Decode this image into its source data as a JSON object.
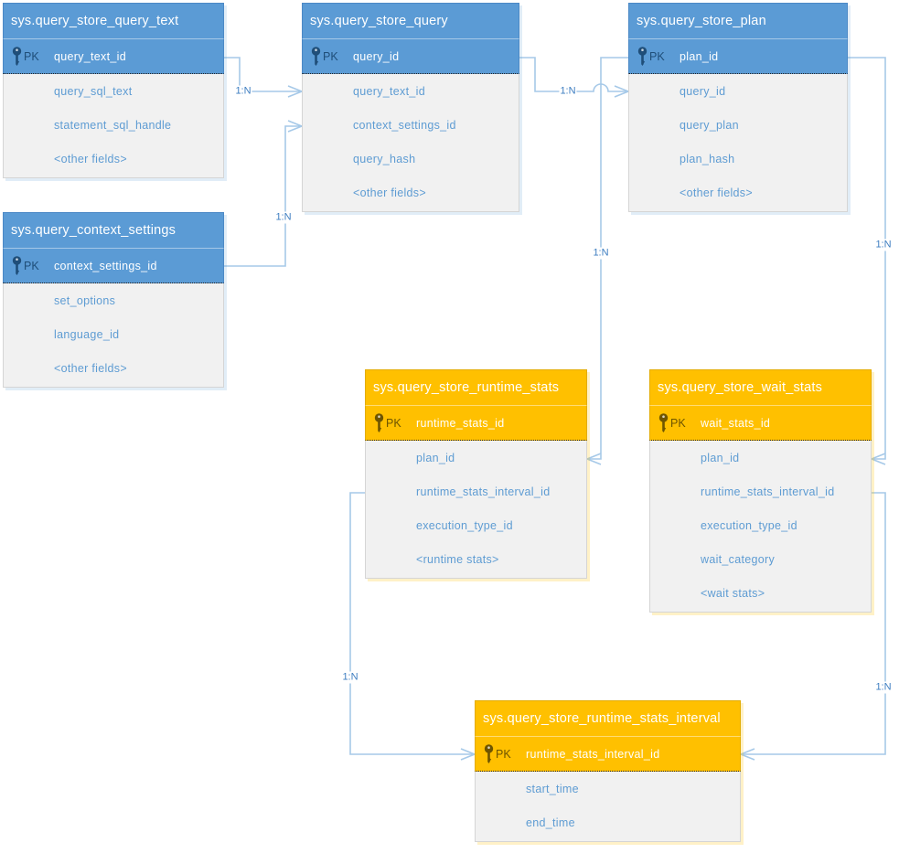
{
  "diagram": {
    "type": "entity-relationship",
    "subject": "SQL Server Query Store catalog views"
  },
  "colors": {
    "blue_header": "#5B9BD5",
    "orange_header": "#FFC000",
    "body_fill": "#F1F1F1",
    "field_text": "#5E9CD3",
    "pk_field_text": "#FFFFFF",
    "key_icon_blue": "#1F4E79",
    "key_icon_orange": "#6E5500",
    "connector_line": "#A6C9E8",
    "relationship_label_text": "#3E7EC1"
  },
  "tables": [
    {
      "name": "sys.query_store_query_text",
      "theme": "blue",
      "pk_label": "PK",
      "pk_field": "query_text_id",
      "fields": [
        "query_sql_text",
        "statement_sql_handle",
        "<other fields>"
      ]
    },
    {
      "name": "sys.query_store_query",
      "theme": "blue",
      "pk_label": "PK",
      "pk_field": "query_id",
      "fields": [
        "query_text_id",
        "context_settings_id",
        "query_hash",
        "<other fields>"
      ]
    },
    {
      "name": "sys.query_store_plan",
      "theme": "blue",
      "pk_label": "PK",
      "pk_field": "plan_id",
      "fields": [
        "query_id",
        "query_plan",
        "plan_hash",
        "<other fields>"
      ]
    },
    {
      "name": "sys.query_context_settings",
      "theme": "blue",
      "pk_label": "PK",
      "pk_field": "context_settings_id",
      "fields": [
        "set_options",
        "language_id",
        "<other fields>"
      ]
    },
    {
      "name": "sys.query_store_runtime_stats",
      "theme": "orange",
      "pk_label": "PK",
      "pk_field": "runtime_stats_id",
      "fields": [
        "plan_id",
        "runtime_stats_interval_id",
        "execution_type_id",
        "<runtime stats>"
      ]
    },
    {
      "name": "sys.query_store_wait_stats",
      "theme": "orange",
      "pk_label": "PK",
      "pk_field": "wait_stats_id",
      "fields": [
        "plan_id",
        "runtime_stats_interval_id",
        "execution_type_id",
        "wait_category",
        "<wait stats>"
      ]
    },
    {
      "name": "sys.query_store_runtime_stats_interval",
      "theme": "orange",
      "pk_label": "PK",
      "pk_field": "runtime_stats_interval_id",
      "fields": [
        "start_time",
        "end_time"
      ]
    }
  ],
  "relationships": [
    {
      "label": "1:N",
      "from": "sys.query_store_query_text",
      "to": "sys.query_store_query"
    },
    {
      "label": "1:N",
      "from": "sys.query_context_settings",
      "to": "sys.query_store_query"
    },
    {
      "label": "1:N",
      "from": "sys.query_store_query",
      "to": "sys.query_store_plan"
    },
    {
      "label": "1:N",
      "from": "sys.query_store_plan",
      "to": "sys.query_store_runtime_stats"
    },
    {
      "label": "1:N",
      "from": "sys.query_store_plan",
      "to": "sys.query_store_wait_stats"
    },
    {
      "label": "1:N",
      "from": "sys.query_store_runtime_stats",
      "to": "sys.query_store_runtime_stats_interval"
    },
    {
      "label": "1:N",
      "from": "sys.query_store_wait_stats",
      "to": "sys.query_store_runtime_stats_interval"
    }
  ]
}
